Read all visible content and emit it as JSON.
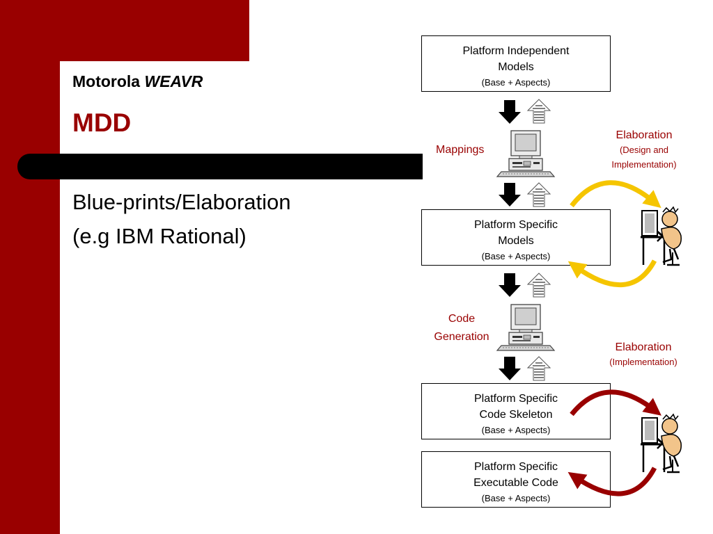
{
  "slide": {
    "subtitle_plain": "Motorola",
    "subtitle_italic": "WEAVR",
    "title": "MDD",
    "bullets": [
      "Blue-prints/Elaboration",
      "(e.g IBM Rational)"
    ]
  },
  "diagram": {
    "boxes": [
      {
        "line1": "Platform Independent",
        "line2": "Models",
        "line3": "(Base + Aspects)"
      },
      {
        "line1": "Platform Specific",
        "line2": "Models",
        "line3": "(Base + Aspects)"
      },
      {
        "line1": "Platform Specific",
        "line2": "Code Skeleton",
        "line3": "(Base + Aspects)"
      },
      {
        "line1": "Platform Specific",
        "line2": "Executable Code",
        "line3": "(Base + Aspects)"
      }
    ],
    "mappings_label": "Mappings",
    "codegen_label_1": "Code",
    "codegen_label_2": "Generation",
    "elaboration1": {
      "title": "Elaboration",
      "line2": "(Design and",
      "line3": "Implementation)"
    },
    "elaboration2": {
      "title": "Elaboration",
      "line2": "(Implementation)"
    }
  },
  "colors": {
    "brand_red": "#990000",
    "cycle_yellow": "#f5c500",
    "cycle_red": "#990000",
    "bar_black": "#000000"
  }
}
